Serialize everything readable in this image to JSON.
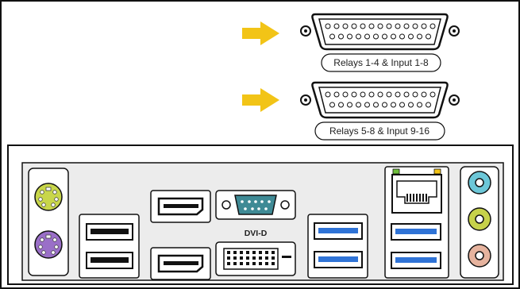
{
  "connectors": [
    {
      "label": "Relays 1-4 & Input 1-8"
    },
    {
      "label": "Relays 5-8 & Input 9-16"
    }
  ],
  "io_panel": {
    "dvi_label": "DVI-D"
  },
  "colors": {
    "arrow": "#f2c417",
    "ps2_keyboard": "#c8d64a",
    "ps2_mouse": "#9a6fc8",
    "usb3": "#2f73d6",
    "audio_line_in": "#6cc7d8",
    "audio_line_out": "#c7d24a",
    "audio_mic": "#e6b39e",
    "panel_bg": "#ececec",
    "stroke": "#111111"
  }
}
